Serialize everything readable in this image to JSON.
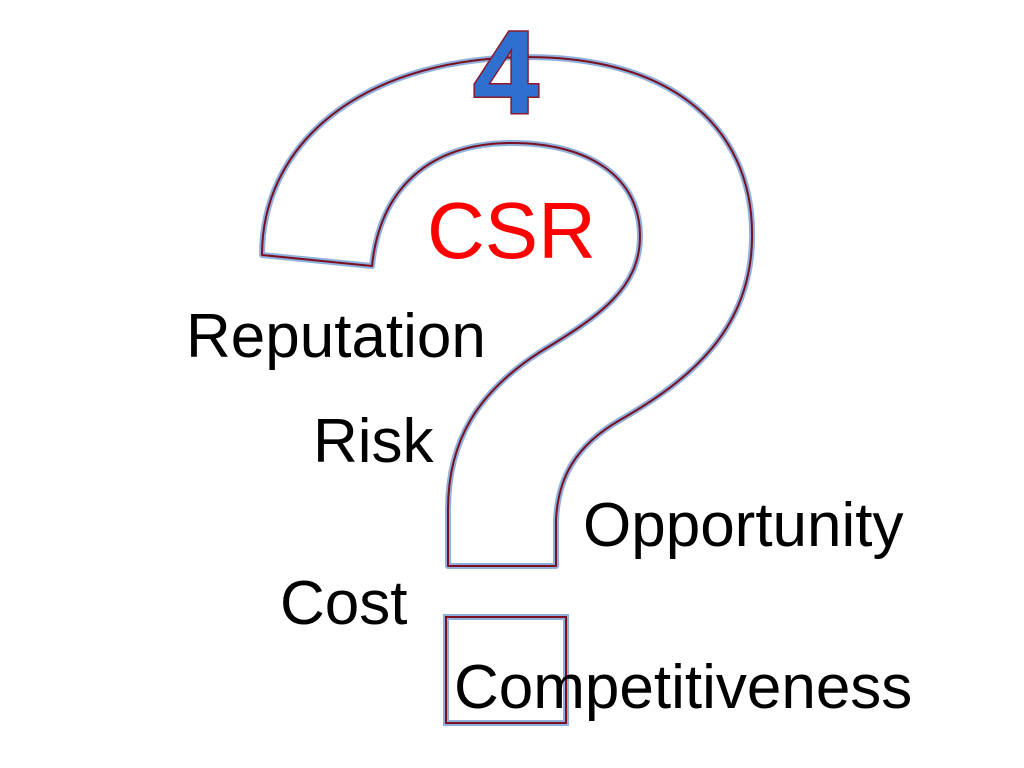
{
  "slide": {
    "number": "4",
    "heading": "CSR",
    "keywords": {
      "reputation": "Reputation",
      "risk": "Risk",
      "opportunity": "Opportunity",
      "cost": "Cost",
      "competitiveness": "Competitiveness"
    }
  },
  "graphic": {
    "icon": "question-mark-outline",
    "colors": {
      "outline_dark": "#7a1020",
      "outline_light": "#8fb0dc",
      "number_fill": "#2f6fd0",
      "number_outline": "#8b1a2a",
      "heading": "#ff0000",
      "text": "#000000",
      "background": "#ffffff"
    }
  }
}
